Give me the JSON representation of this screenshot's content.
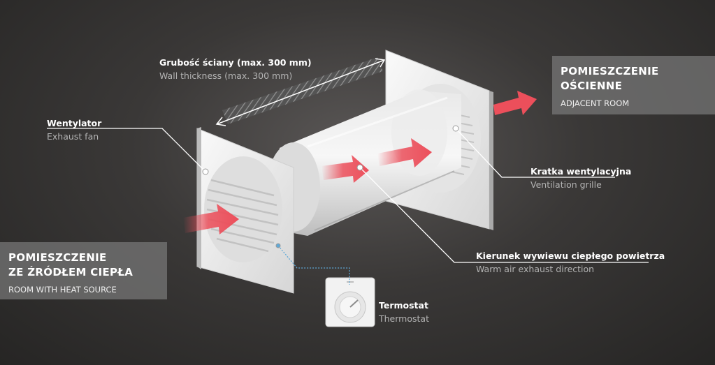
{
  "labels": {
    "wall_thickness": {
      "pl": "Grubość ściany (max. 300 mm)",
      "en": "Wall thickness (max. 300 mm)"
    },
    "fan": {
      "pl": "Wentylator",
      "en": "Exhaust fan"
    },
    "grille": {
      "pl": "Kratka wentylacyjna",
      "en": "Ventilation grille"
    },
    "direction": {
      "pl": "Kierunek wywiewu ciepłego powietrza",
      "en": "Warm air exhaust direction"
    },
    "thermostat": {
      "pl": "Termostat",
      "en": "Thermostat"
    }
  },
  "rooms": {
    "adjacent": {
      "pl_line1": "POMIESZCZENIE",
      "pl_line2": "OŚCIENNE",
      "en": "ADJACENT ROOM"
    },
    "source": {
      "pl_line1": "POMIESZCZENIE",
      "pl_line2": "ZE ŹRÓDŁEM CIEPŁA",
      "en": "ROOM WITH HEAT SOURCE"
    }
  },
  "colors": {
    "arrow": "#ec4f5b",
    "label_primary": "#ffffff",
    "label_secondary": "#b3b3b3",
    "room_box": "#787878"
  },
  "icons": [
    "exhaust-fan-icon",
    "ventilation-grille-icon",
    "thermostat-icon",
    "airflow-arrow-icon"
  ]
}
